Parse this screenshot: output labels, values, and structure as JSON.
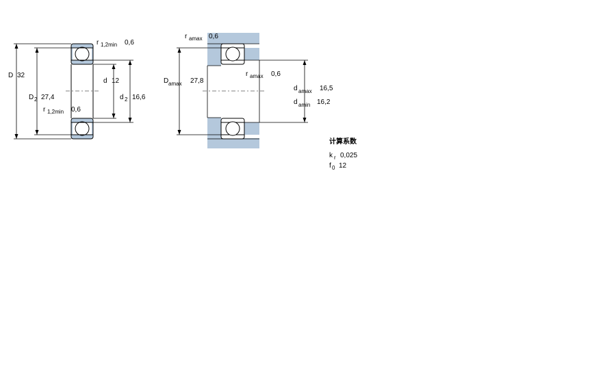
{
  "left_diagram": {
    "D": {
      "sym": "D",
      "val": "32"
    },
    "D2": {
      "sym": "D",
      "sub": "2",
      "val": "27,4"
    },
    "d": {
      "sym": "d",
      "val": "12"
    },
    "d2": {
      "sym": "d",
      "sub": "2",
      "val": "16,6"
    },
    "r12_top": {
      "sym": "r",
      "sub": "1,2min",
      "val": "0,6"
    },
    "r12_bot": {
      "sym": "r",
      "sub": "1,2min",
      "val": "0,6"
    }
  },
  "right_diagram": {
    "ra_top": {
      "sym": "r",
      "sub": "amax",
      "val": "0,6"
    },
    "ra_mid": {
      "sym": "r",
      "sub": "amax",
      "val": "0,6"
    },
    "Da": {
      "sym": "D",
      "sub": "amax",
      "val": "27,8"
    },
    "da_max": {
      "sym": "d",
      "sub": "amax",
      "val": "16,5"
    },
    "da_min": {
      "sym": "d",
      "sub": "amin",
      "val": "16,2"
    }
  },
  "calc": {
    "title": "计算系数",
    "kr": {
      "sym": "k",
      "sub": "r",
      "val": "0,025"
    },
    "f0": {
      "sym": "f",
      "sub": "0",
      "val": "12"
    }
  },
  "colors": {
    "housing_fill": "#b4c8dc",
    "ring_fill": "#b4c8dc",
    "line": "#000000"
  }
}
